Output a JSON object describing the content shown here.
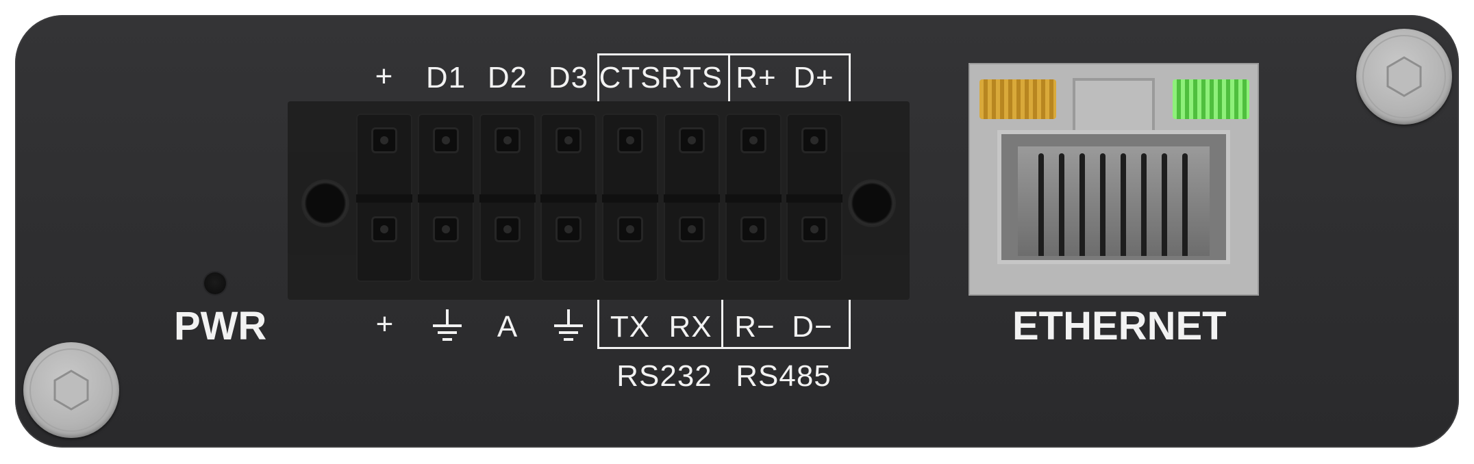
{
  "device": {
    "power_label": "PWR",
    "ethernet_label": "ETHERNET",
    "terminal": {
      "top_labels": [
        "+",
        "D1",
        "D2",
        "D3",
        "CTS",
        "RTS",
        "R+",
        "D+"
      ],
      "bottom_labels": [
        "+",
        "ground-icon",
        "A",
        "ground-icon",
        "TX",
        "RX",
        "R−",
        "D−"
      ],
      "bottom_texts": {
        "plus": "+",
        "a": "A",
        "tx": "TX",
        "rx": "RX",
        "rminus": "R−",
        "dminus": "D−"
      },
      "group_labels": {
        "rs232": "RS232",
        "rs485": "RS485"
      }
    },
    "colors": {
      "body": "#2e2e30",
      "text": "#f2f2f2",
      "led_yellow": "#d9a93a",
      "led_green": "#8ef07a",
      "screw": "#b5b5b5"
    },
    "icons": [
      "screw-icon",
      "ground-icon",
      "power-led",
      "ethernet-port"
    ]
  }
}
